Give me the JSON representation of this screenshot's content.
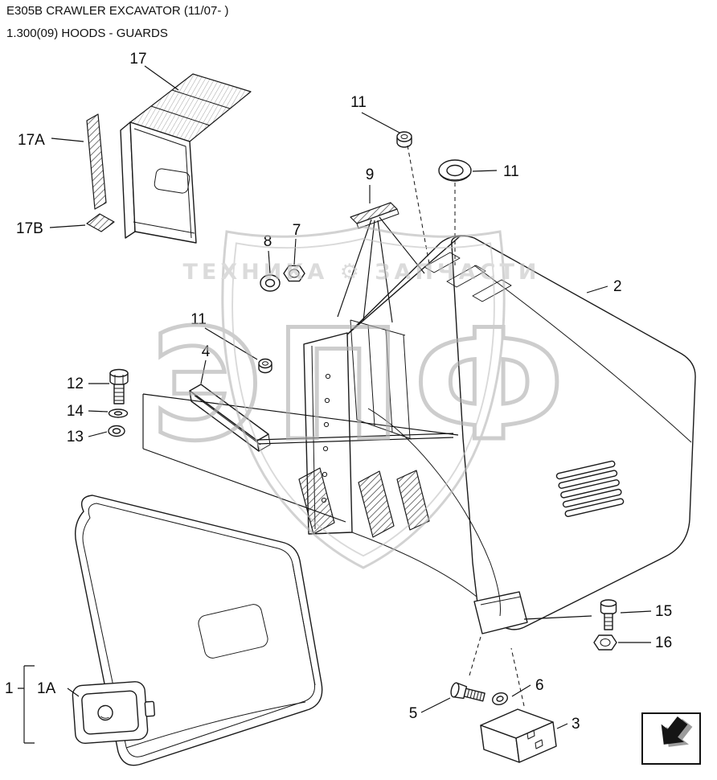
{
  "header": {
    "title": "E305B CRAWLER EXCAVATOR (11/07- )",
    "subtitle": "1.300(09) HOODS - GUARDS"
  },
  "watermark": {
    "brand_text": "ТЕХНИКА ⚙ ЗАПЧАСТИ",
    "logo_text": "ЭПФ"
  },
  "callouts": {
    "n17": "17",
    "n17a": "17A",
    "n17b": "17B",
    "n11_top": "11",
    "n11_right": "11",
    "n11_mid": "11",
    "n9": "9",
    "n8": "8",
    "n7": "7",
    "n2": "2",
    "n4": "4",
    "n12": "12",
    "n14": "14",
    "n13": "13",
    "n1": "1",
    "n1a": "1A",
    "n15": "15",
    "n16": "16",
    "n5": "5",
    "n6": "6",
    "n3": "3"
  }
}
